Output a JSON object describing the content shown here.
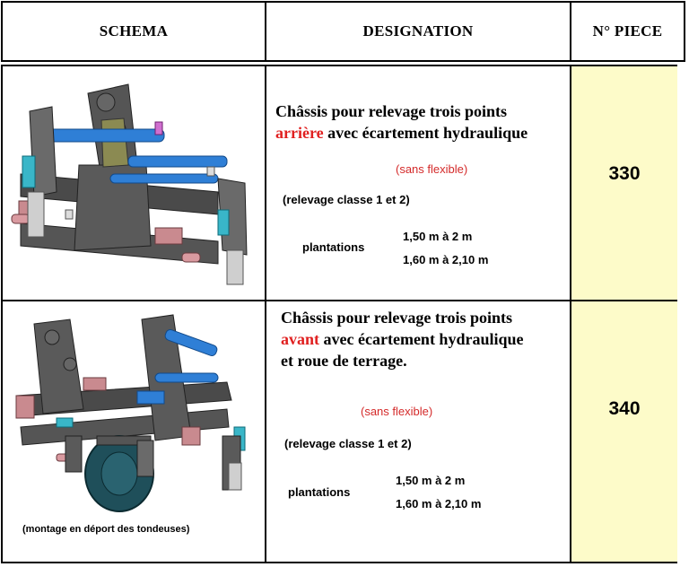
{
  "header": {
    "col1": "SCHEMA",
    "col2": "DESIGNATION",
    "col3": "N° PIECE"
  },
  "rows": [
    {
      "title_line1": "Châssis pour relevage trois points",
      "title_red": "arrière",
      "title_rest": " avec écartement hydraulique",
      "title_line3": "",
      "sans_flexible": "(sans flexible)",
      "relevage": "(relevage classe 1 et 2)",
      "plantations_label": "plantations",
      "range1": "1,50 m à 2 m",
      "range2": "1,60 m à 2,10 m",
      "piece": "330",
      "caption": ""
    },
    {
      "title_line1": "Châssis pour relevage trois points",
      "title_red": "avant",
      "title_rest": " avec écartement hydraulique",
      "title_line3": "et roue de terrage.",
      "sans_flexible": "(sans flexible)",
      "relevage": "(relevage classe 1 et 2)",
      "plantations_label": "plantations",
      "range1": "1,50 m à 2 m",
      "range2": "1,60 m à 2,10 m",
      "piece": "340",
      "caption": "(montage en déport des tondeuses)"
    }
  ],
  "colors": {
    "frame_dark": "#4a4a4a",
    "cylinder_blue": "#2f7fd6",
    "pink_part": "#c98a8f",
    "cyan_part": "#39b6c8",
    "wheel": "#1f4f5a",
    "piece_bg": "#fdfbc9",
    "accent_red": "#e02020"
  }
}
